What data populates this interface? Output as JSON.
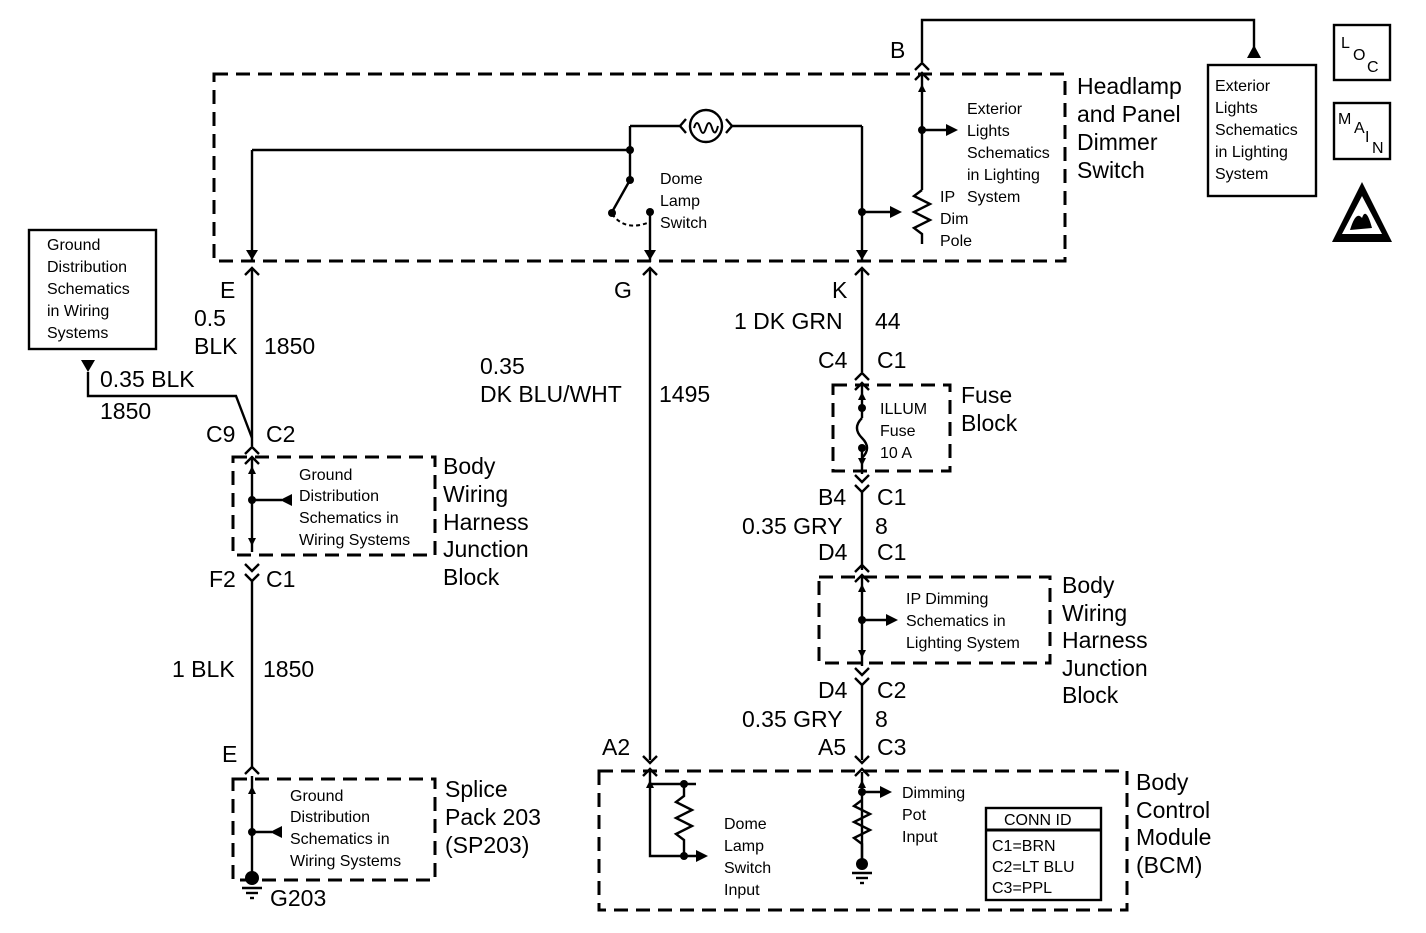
{
  "headlamp_switch": {
    "title": [
      "Headlamp",
      "and Panel",
      "Dimmer",
      "Switch"
    ],
    "pin_b": "B",
    "ext_lights_ref": [
      "Exterior",
      "Lights",
      "Schematics",
      "in Lighting",
      "System"
    ],
    "dome_lamp_switch": [
      "Dome",
      "Lamp",
      "Switch"
    ],
    "ip_dim_pole": [
      "IP",
      "Dim",
      "Pole"
    ]
  },
  "ext_lights_box": [
    "Exterior",
    "Lights",
    "Schematics",
    "in Lighting",
    "System"
  ],
  "nav": {
    "loc": [
      "L",
      "O",
      "C"
    ],
    "main": [
      "M",
      "A",
      "I",
      "N"
    ]
  },
  "ground_dist_box": [
    "Ground",
    "Distribution",
    "Schematics",
    "in Wiring",
    "Systems"
  ],
  "left_circuit": {
    "pin_e": "E",
    "gauge_1": "0.5",
    "color_1": "BLK",
    "circuit_1": "1850",
    "branch_wire": "0.35 BLK",
    "branch_circuit": "1850",
    "conn_c9": "C9",
    "conn_c2": "C2",
    "conn_f2": "F2",
    "conn_c1": "C1",
    "wire_2": "1 BLK",
    "circuit_2": "1850",
    "pin_e2": "E",
    "ground": "G203"
  },
  "body_jb_left": {
    "ref": [
      "Ground",
      "Distribution",
      "Schematics in",
      "Wiring Systems"
    ],
    "title": [
      "Body",
      "Wiring",
      "Harness",
      "Junction",
      "Block"
    ]
  },
  "splice_pack": {
    "ref": [
      "Ground",
      "Distribution",
      "Schematics in",
      "Wiring Systems"
    ],
    "title": [
      "Splice",
      "Pack 203",
      "(SP203)"
    ]
  },
  "middle_circuit": {
    "pin_g": "G",
    "gauge": "0.35",
    "color": "DK BLU/WHT",
    "circuit": "1495",
    "pin_a2": "A2"
  },
  "right_circuit": {
    "pin_k": "K",
    "wire_1": "1 DK GRN",
    "circuit_1": "44",
    "c4": "C4",
    "c1_a": "C1",
    "b4": "B4",
    "c1_b": "C1",
    "wire_2": "0.35 GRY",
    "circuit_2": "8",
    "d4_a": "D4",
    "c1_c": "C1",
    "d4_b": "D4",
    "c2": "C2",
    "wire_3": "0.35 GRY",
    "circuit_3": "8",
    "a5": "A5",
    "c3": "C3"
  },
  "fuse_block": {
    "fuse": [
      "ILLUM",
      "Fuse",
      "10 A"
    ],
    "title": [
      "Fuse",
      "Block"
    ]
  },
  "body_jb_right": {
    "ref": [
      "IP Dimming",
      "Schematics in",
      "Lighting System"
    ],
    "title": [
      "Body",
      "Wiring",
      "Harness",
      "Junction",
      "Block"
    ]
  },
  "bcm": {
    "dome_input": [
      "Dome",
      "Lamp",
      "Switch",
      "Input"
    ],
    "dimming_input": [
      "Dimming",
      "Pot",
      "Input"
    ],
    "conn_id_title": "CONN ID",
    "conn_ids": [
      "C1=BRN",
      "C2=LT BLU",
      "C3=PPL"
    ],
    "title": [
      "Body",
      "Control",
      "Module",
      "(BCM)"
    ]
  }
}
